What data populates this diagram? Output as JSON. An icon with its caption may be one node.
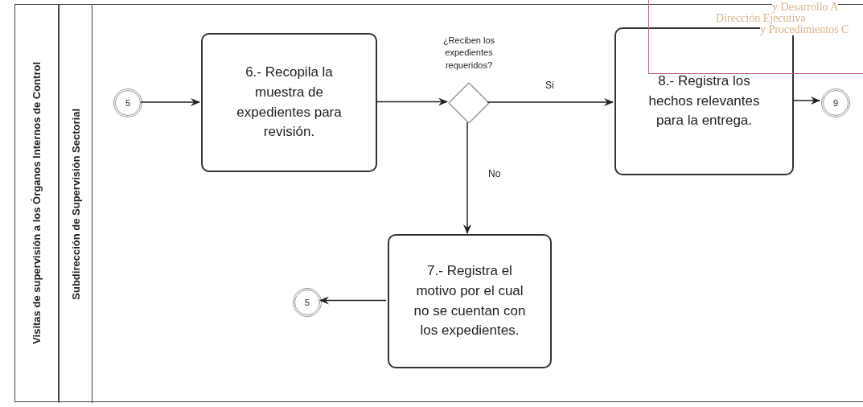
{
  "diagram": {
    "nodes": [
      {
        "text": [
          "Visitas de supervisión a los Órganos Internos de Control"
        ]
      },
      {
        "text": [
          "Subdirección de Supervisión Sectorial"
        ],
        "in": 0
      },
      {
        "text": [
          "5"
        ],
        "in": 1
      },
      {
        "text": [
          "6.- Recopila la muestra de expedientes para revisión."
        ],
        "in": 1
      },
      {
        "text": [
          "¿Reciben los expedientes requeridos?"
        ],
        "in": 1
      },
      {
        "text": [
          "8.- Registra los hechos relevantes para la entrega."
        ],
        "in": 1
      },
      {
        "text": [
          "9"
        ],
        "in": 1
      },
      {
        "text": [
          "7.- Registra el motivo por el cual no se cuentan con los expedientes."
        ],
        "in": 1
      },
      {
        "text": [
          "5"
        ],
        "in": 1
      }
    ],
    "edges": [
      {
        "from": 2,
        "to": 3,
        "arrow": "to"
      },
      {
        "from": 3,
        "to": 4,
        "arrow": "to"
      },
      {
        "from": 4,
        "to": 5,
        "arrow": "to",
        "label": "Si"
      },
      {
        "from": 5,
        "to": 6,
        "arrow": "to"
      },
      {
        "from": 4,
        "to": 7,
        "arrow": "to",
        "label": "No"
      },
      {
        "from": 7,
        "to": 8,
        "arrow": "to"
      }
    ],
    "labels": [
      "y Desarrollo A",
      "Dirección Ejecutiva",
      "y Procedimientos C"
    ]
  }
}
